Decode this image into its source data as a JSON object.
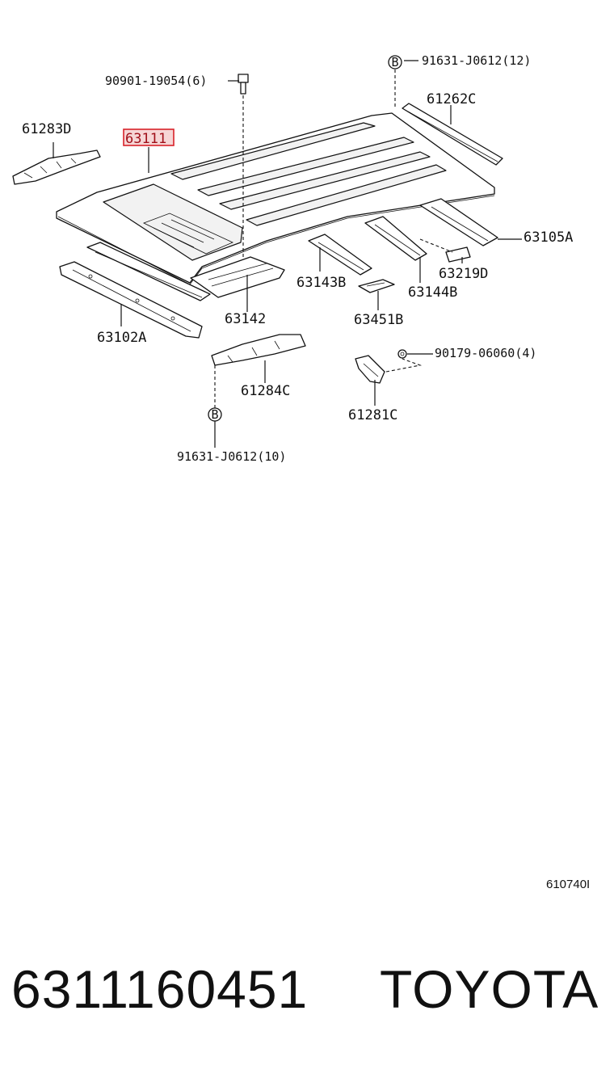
{
  "diagram": {
    "labels": {
      "bolt_90901": "90901-19054(6)",
      "clip_top": "91631-J0612(12)",
      "rail_61262C": "61262C",
      "bracket_61283D": "61283D",
      "roof_63111": "63111",
      "panel_63105A": "63105A",
      "bow_63143B": "63143B",
      "pad_63219D": "63219D",
      "bow_63144B": "63144B",
      "bow_63142": "63142",
      "bracket_63451B": "63451B",
      "header_63102A": "63102A",
      "nut_90179": "90179-06060(4)",
      "bracket_61284C": "61284C",
      "bracket_61281C": "61281C",
      "clip_bottom": "91631-J0612(10)",
      "clip_marker": "B"
    },
    "highlight_color": "#d9222a",
    "illustration_code": "610740I"
  },
  "footer": {
    "part_number": "6311160451",
    "brand": "TOYOTA"
  }
}
